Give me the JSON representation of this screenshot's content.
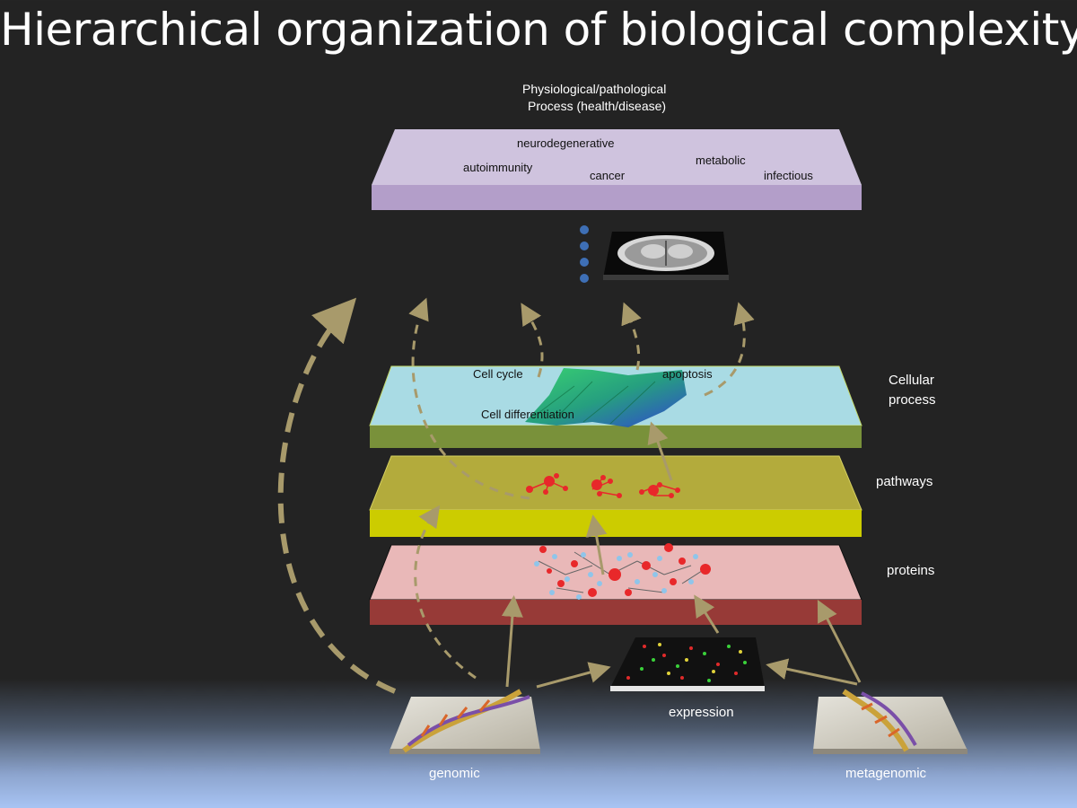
{
  "title": "Hierarchical organization of biological complexity",
  "top_layer": {
    "header_line1": "Physiological/pathological",
    "header_line2": "Process (health/disease)",
    "terms": {
      "neurodegenerative": "neurodegenerative",
      "autoimmunity": "autoimmunity",
      "cancer": "cancer",
      "metabolic": "metabolic",
      "infectious": "infectious"
    }
  },
  "cellular_layer": {
    "label_line1": "Cellular",
    "label_line2": "process",
    "cell_cycle": "Cell cycle",
    "apoptosis": "apoptosis",
    "cell_differentiation": "Cell differentiation"
  },
  "pathways_layer": {
    "label": "pathways"
  },
  "proteins_layer": {
    "label": "proteins"
  },
  "data_sources": {
    "genomic": "genomic",
    "expression": "expression",
    "metagenomic": "metagenomic"
  },
  "colors": {
    "background": "#232323",
    "top_layer": "#cfc3de",
    "cellular_layer": "#a9dbe4",
    "pathways_layer": "#b3ab3c",
    "proteins_layer": "#e9b8b8",
    "arrow": "#a89a6b",
    "node_red": "#e8282a",
    "node_blue": "#8fc5ea"
  }
}
